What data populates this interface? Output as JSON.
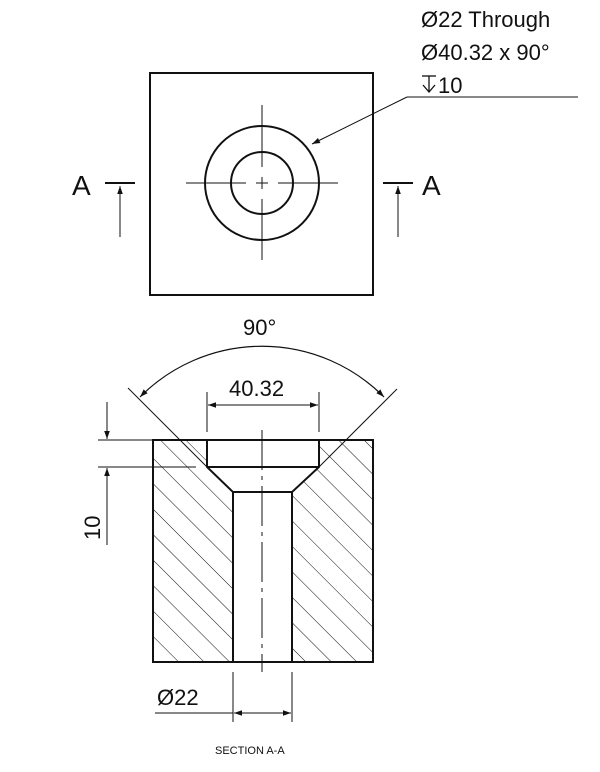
{
  "callout": {
    "line1": "Ø22 Through",
    "line2": "Ø40.32 x 90°",
    "depth_symbol": "↧",
    "depth_value": "10"
  },
  "section_marks": {
    "left": "A",
    "right": "A"
  },
  "dimensions": {
    "angle": "90°",
    "counterbore_diameter": "40.32",
    "depth": "10",
    "hole_diameter": "Ø22"
  },
  "section_label": "SECTION A-A"
}
